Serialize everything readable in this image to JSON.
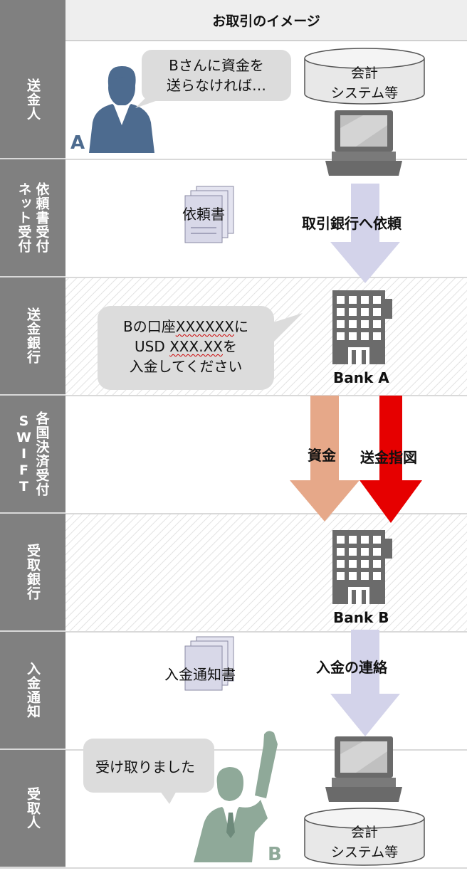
{
  "header": {
    "title": "お取引のイメージ"
  },
  "lanes": [
    {
      "id": "sender",
      "cols": [
        "送金人"
      ]
    },
    {
      "id": "net-intake",
      "cols": [
        "ネット受付",
        "依頼書受付"
      ]
    },
    {
      "id": "remitting-bank",
      "cols": [
        "送金銀行"
      ]
    },
    {
      "id": "swift",
      "cols": [
        "SWIFT",
        "各国決済受付"
      ]
    },
    {
      "id": "receiving-bank",
      "cols": [
        "受取銀行"
      ]
    },
    {
      "id": "deposit-notice",
      "cols": [
        "入金通知"
      ]
    },
    {
      "id": "recipient",
      "cols": [
        "受取人"
      ]
    }
  ],
  "sender": {
    "letter": "A",
    "bubble_line1": "Bさんに資金を",
    "bubble_line2": "送らなければ…",
    "system_line1": "会計",
    "system_line2": "システム等"
  },
  "request_form": {
    "label": "依頼書"
  },
  "arrow_request": {
    "label": "取引銀行へ依頼"
  },
  "remitting_bank": {
    "bubble_line1_prefix": "Bの口座",
    "bubble_line1_account": "XXXXXX",
    "bubble_line1_suffix": "に",
    "bubble_line2_prefix": "USD ",
    "bubble_line2_amount": "XXX.XX",
    "bubble_line2_suffix": "を",
    "bubble_line3": "入金してください",
    "bank_name": "Bank A"
  },
  "swift": {
    "funds_label": "資金",
    "instruction_label": "送金指図"
  },
  "receiving_bank": {
    "bank_name": "Bank B"
  },
  "deposit_notice": {
    "form_label": "入金通知書",
    "arrow_label": "入金の連絡"
  },
  "recipient": {
    "bubble_text": "受け取りました",
    "letter": "B",
    "system_line1": "会計",
    "system_line2": "システム等"
  },
  "colors": {
    "lane_label_bg": "#808080",
    "arrow_lavender": "#d3d3ea",
    "arrow_funds": "#e6a889",
    "arrow_instruction": "#e60000",
    "person_a": "#4d6b8f",
    "person_b": "#8fa999",
    "bubble": "#dcdcdc",
    "building": "#6b6b6b"
  }
}
